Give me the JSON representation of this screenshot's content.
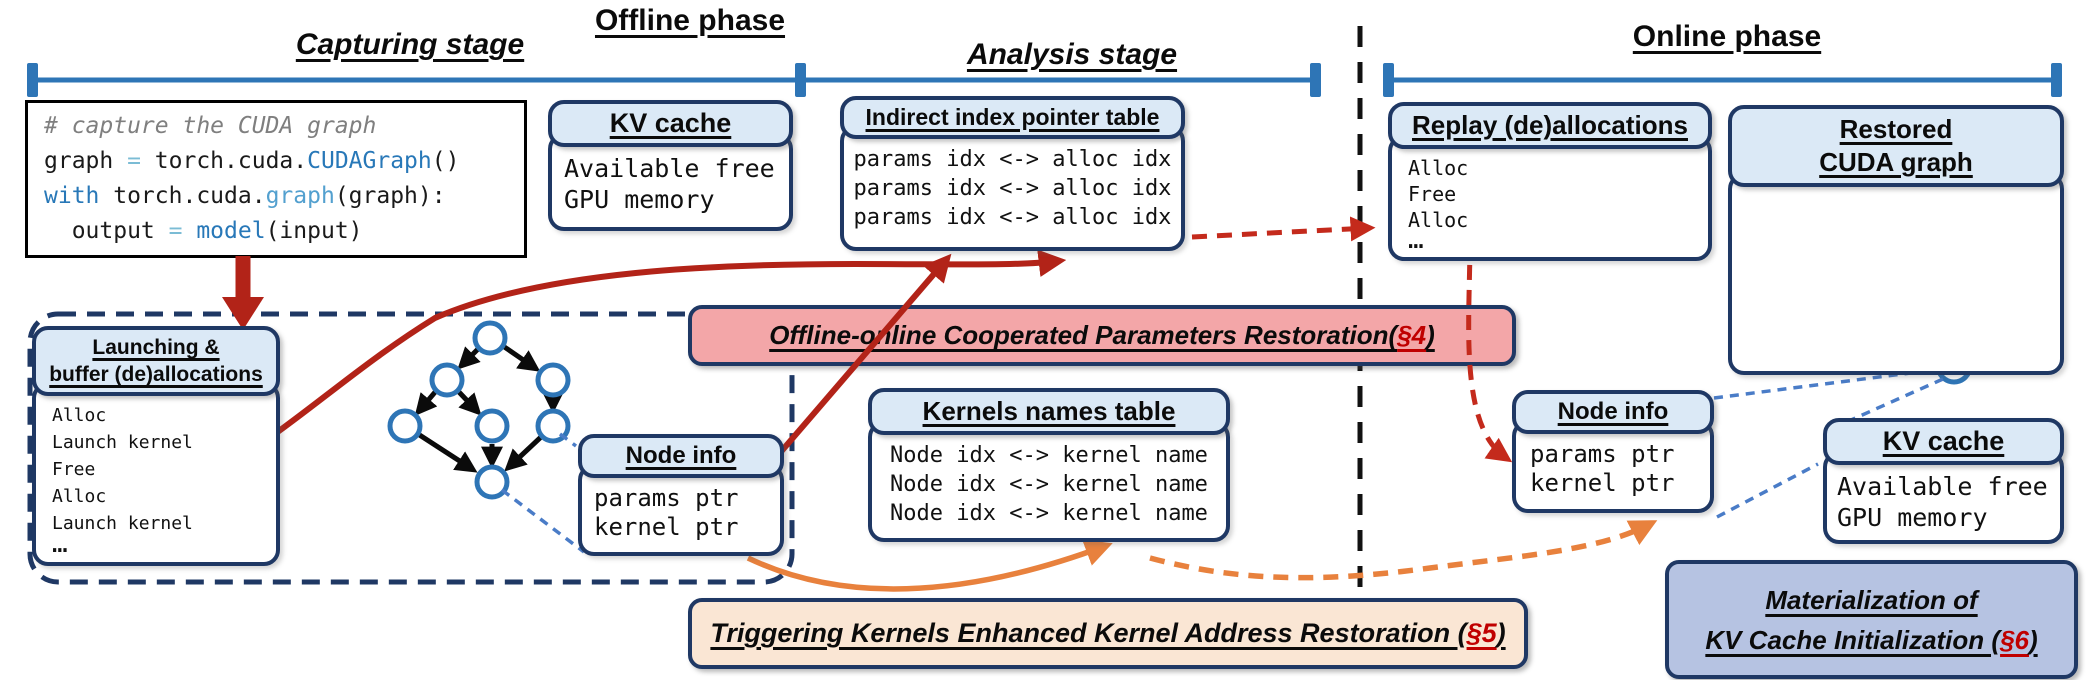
{
  "colors": {
    "navy_border": "#1f3864",
    "box_header_fill": "#dbe9f6",
    "timeline_blue": "#2e75b6",
    "dag_node_blue": "#2e75b6",
    "red_arrow": "#b22318",
    "red_dashed_arrow": "#c42a1c",
    "orange_arrow": "#e8813d",
    "blue_dashed_callout": "#4a7cc7",
    "pink_banner_fill": "#f3a6a8",
    "peach_banner_fill": "#fae6d4",
    "periwinkle_banner_fill": "#b6c3e2",
    "section_ref_red": "#c00000",
    "code_comment_gray": "#7f7f7f",
    "code_keyword_blue": "#2878b8",
    "code_light_blue": "#53a0cf",
    "code_operator_teal": "#7bbcd5"
  },
  "headers": {
    "capturing_stage": "Capturing stage",
    "offline_phase": "Offline phase",
    "analysis_stage": "Analysis stage",
    "online_phase": "Online phase"
  },
  "code": {
    "l1": [
      {
        "t": "# capture the CUDA graph"
      }
    ],
    "l2": [
      {
        "t": "graph "
      },
      {
        "t": "= "
      },
      {
        "t": "torch.cuda."
      },
      {
        "t": "CUDAGraph"
      },
      {
        "t": "()"
      }
    ],
    "l3": [
      {
        "t": "with"
      },
      {
        "t": " torch.cuda."
      },
      {
        "t": "graph"
      },
      {
        "t": "(graph):"
      }
    ],
    "l4": [
      {
        "t": "  output "
      },
      {
        "t": "= "
      },
      {
        "t": "model"
      },
      {
        "t": "(input)"
      }
    ]
  },
  "boxes": {
    "kv_cache_offline": {
      "title": "KV cache",
      "lines": [
        "Available free",
        "GPU memory"
      ]
    },
    "indirect_table": {
      "title": "Indirect index pointer table",
      "rows": [
        "params idx <-> alloc idx",
        "params idx <-> alloc idx",
        "params idx <-> alloc idx"
      ]
    },
    "launching": {
      "title_line1": "Launching &",
      "title_line2": "buffer (de)allocations",
      "items": [
        "Alloc",
        "Launch kernel",
        "Free",
        "Alloc",
        "Launch kernel",
        "…"
      ]
    },
    "node_info_offline": {
      "title": "Node info",
      "lines": [
        "params ptr",
        "kernel ptr"
      ]
    },
    "kernels_table": {
      "title": "Kernels names table",
      "rows": [
        "Node idx <-> kernel name",
        "Node idx <-> kernel name",
        "Node idx <-> kernel name"
      ]
    },
    "replay": {
      "title": "Replay (de)allocations",
      "items": [
        "Alloc",
        "Free",
        "Alloc",
        "…"
      ]
    },
    "restored_graph": {
      "title_line1": "Restored",
      "title_line2": "CUDA graph"
    },
    "node_info_online": {
      "title": "Node info",
      "lines": [
        "params ptr",
        "kernel ptr"
      ]
    },
    "kv_cache_online": {
      "title": "KV cache",
      "lines": [
        "Available free",
        "GPU memory"
      ]
    }
  },
  "banners": {
    "params_restoration": {
      "label": "Offline-online Cooperated Parameters Restoration(",
      "section": "§4",
      "suffix": ")"
    },
    "kernel_restoration": {
      "label": "Triggering Kernels Enhanced Kernel Address Restoration (",
      "section": "§5",
      "suffix": ")"
    },
    "materialization": {
      "line1": "Materialization of",
      "line2": "KV Cache Initialization (",
      "section": "§6",
      "suffix": ")"
    }
  }
}
